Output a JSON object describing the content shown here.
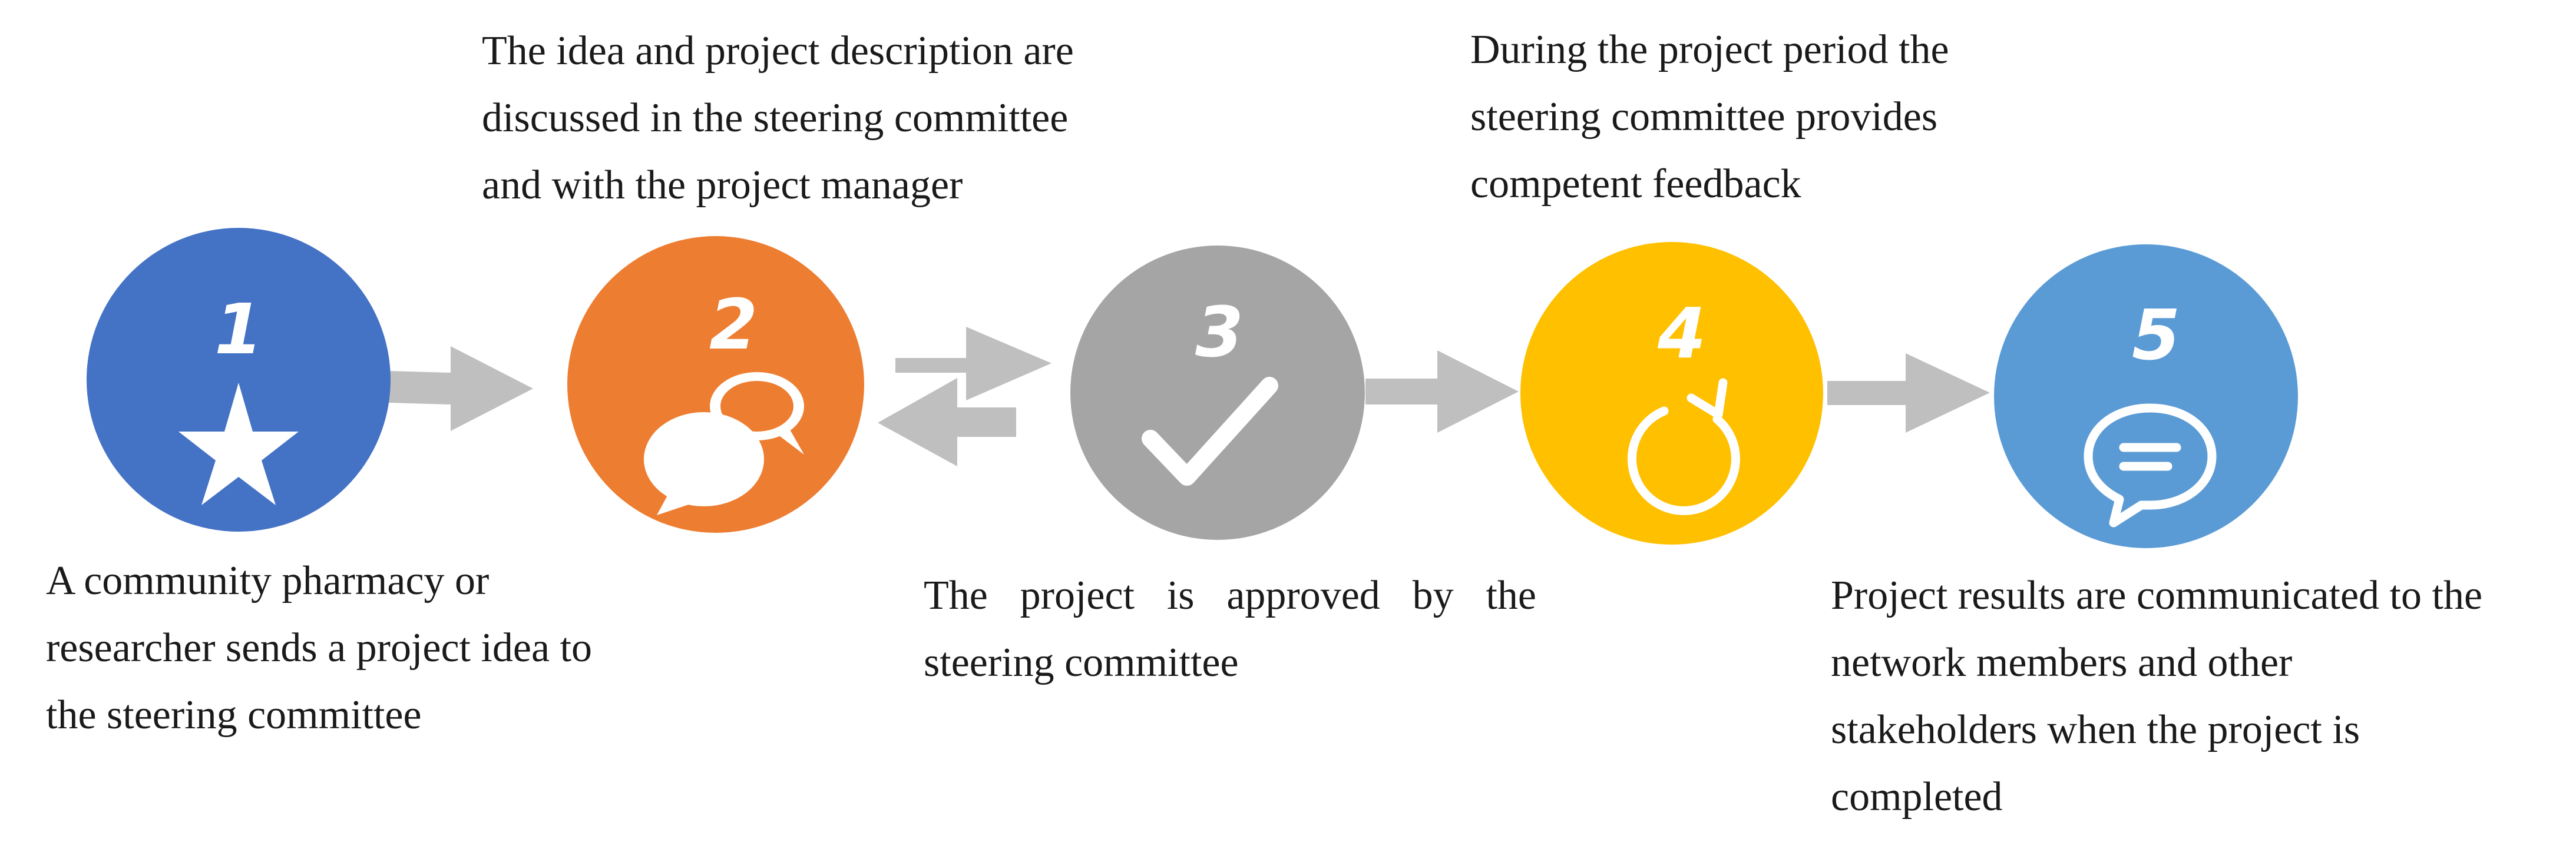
{
  "colors": {
    "step1": "#4472C4",
    "step2": "#ED7D31",
    "step3": "#A5A5A5",
    "step4": "#FFC000",
    "step5": "#5B9BD5",
    "arrow": "#BFBFBF",
    "icon": "#FFFFFF",
    "text": "#1A1A1A"
  },
  "steps": [
    {
      "number": "1",
      "icon": "star-icon",
      "caption": [
        "A community pharmacy or",
        "researcher sends a project idea to",
        "the steering committee"
      ]
    },
    {
      "number": "2",
      "icon": "speech-bubbles-icon",
      "caption": [
        "The idea and project description are",
        "discussed in the steering committee",
        "and with the project manager"
      ]
    },
    {
      "number": "3",
      "icon": "checkmark-icon",
      "caption": [
        "The project is approved by the",
        "steering committee"
      ]
    },
    {
      "number": "4",
      "icon": "refresh-cycle-icon",
      "caption": [
        "During the project period the",
        "steering committee provides",
        "competent feedback"
      ]
    },
    {
      "number": "5",
      "icon": "chat-bubble-icon",
      "caption": [
        "Project results are communicated to the",
        "network members and other",
        "stakeholders when the project is",
        "completed"
      ]
    }
  ]
}
